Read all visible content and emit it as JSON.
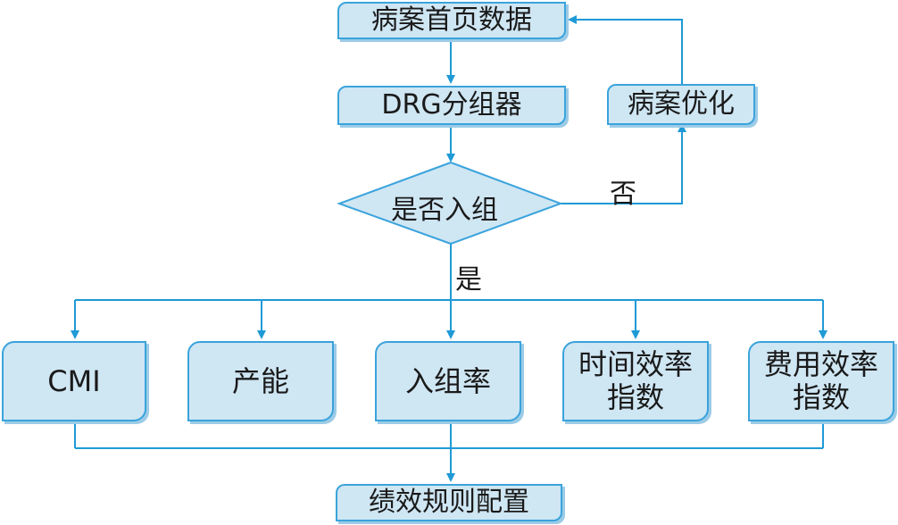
{
  "colors": {
    "fill": "#cfe6f3",
    "stroke": "#3aa3dc",
    "line": "#1f9ad6",
    "text": "#1a1a1a"
  },
  "nodes": {
    "case_data": "病案首页数据",
    "drg_grouper": "DRG分组器",
    "case_opt": "病案优化",
    "decision": "是否入组",
    "cmi": "CMI",
    "capacity": "产能",
    "group_rate": "入组率",
    "time_eff": "时间效率\n指数",
    "cost_eff": "费用效率\n指数",
    "config": "绩效规则配置"
  },
  "edges": {
    "no_label": "否",
    "yes_label": "是"
  }
}
